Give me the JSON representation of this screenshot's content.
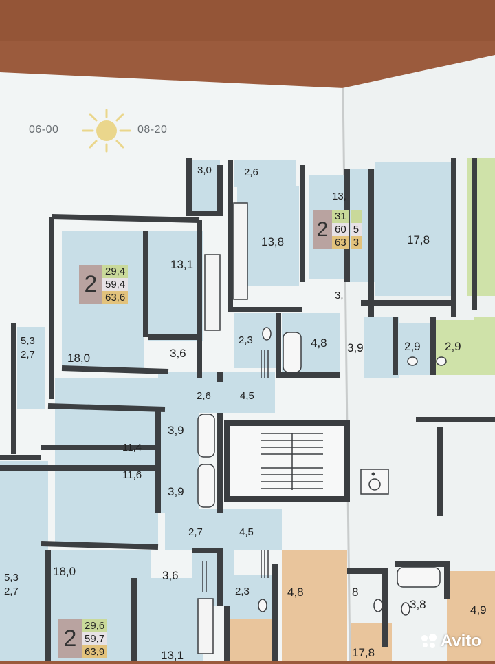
{
  "sun": {
    "from": "06-00",
    "to": "08-20"
  },
  "room_areas": {
    "a01": "3,0",
    "a02": "2,6",
    "a03": "13,",
    "a04": "13,8",
    "a05": "17,8",
    "a06": "13,1",
    "a07": "3,",
    "a08": "5,3",
    "a09": "2,7",
    "a10": "18,0",
    "a11": "3,6",
    "a12": "2,3",
    "a13": "4,8",
    "a14": "3,9",
    "a15": "2,9",
    "a16": "2,9",
    "a17": "2,6",
    "a18": "4,5",
    "a19": "3,9",
    "a20": "11,4",
    "a21": "11,6",
    "a22": "3,9",
    "a23": "2,7",
    "a24": "4,5",
    "a25": "18,0",
    "a26": "3,6",
    "a27": "5,3",
    "a28": "2,7",
    "a29": "2,3",
    "a30": "4,8",
    "a31": "8",
    "a32": "3,8",
    "a33": "4,9",
    "a34": "13,1",
    "a35": "17,8"
  },
  "apartments": [
    {
      "rooms": "2",
      "living": "29,4",
      "total": "59,4",
      "full": "63,6"
    },
    {
      "rooms": "2",
      "living": "29,6",
      "total": "59,7",
      "full": "63,9"
    },
    {
      "rooms": "2",
      "living": "31",
      "total": "60",
      "full": "63"
    }
  ],
  "badge_partial": {
    "right_col_1": "5",
    "right_col_2": "3"
  },
  "watermark": {
    "text": "Avito"
  },
  "colors": {
    "table": "#9a5a3c",
    "page": "#f1f4f4",
    "room_blue": "#c7dde6",
    "room_green": "#cfe1a8",
    "room_peach": "#e9c49c",
    "wall": "#3a3d40",
    "corridor": "#f6f7f7",
    "sun": "#e8d58a"
  }
}
